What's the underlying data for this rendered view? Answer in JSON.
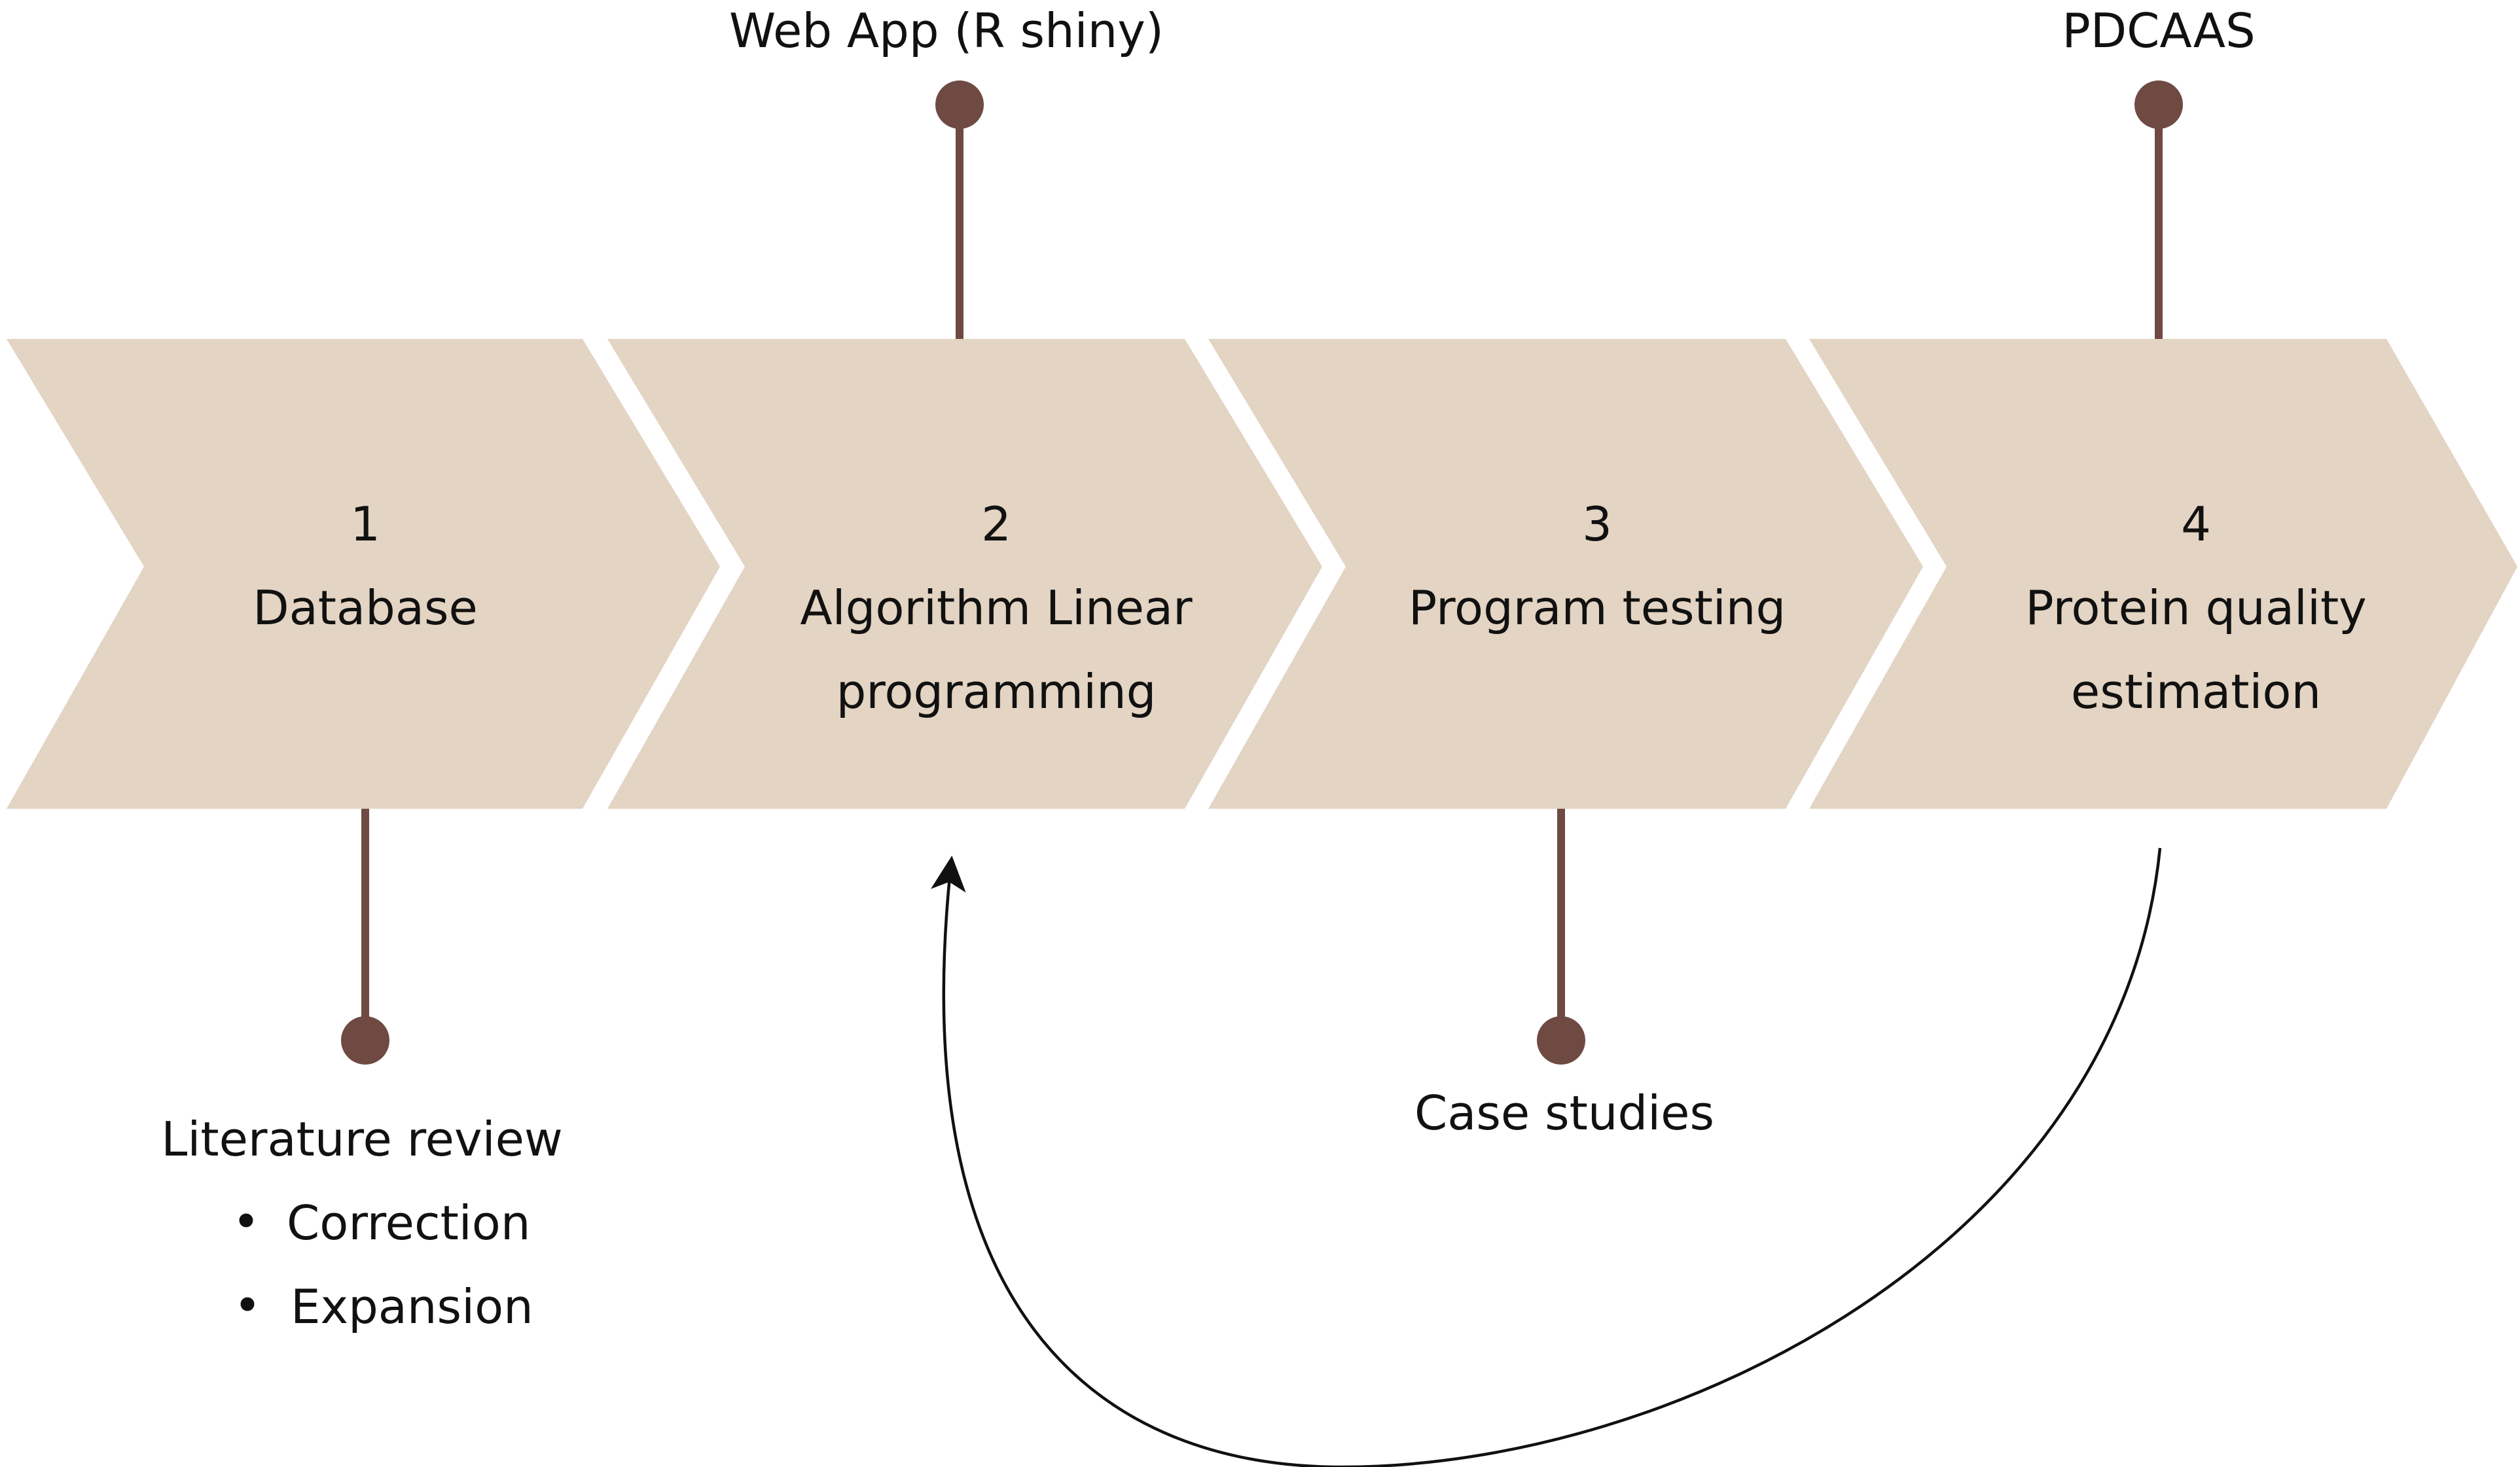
{
  "colors": {
    "chevron_fill": "#e3d4c3",
    "connector": "#6e4a43",
    "arrow": "#111111",
    "text": "#111111"
  },
  "steps": [
    {
      "number": "1",
      "label_lines": [
        "Database"
      ]
    },
    {
      "number": "2",
      "label_lines": [
        "Algorithm Linear",
        "programming"
      ]
    },
    {
      "number": "3",
      "label_lines": [
        "Program testing"
      ]
    },
    {
      "number": "4",
      "label_lines": [
        "Protein quality",
        "estimation"
      ]
    }
  ],
  "callouts": {
    "web_app": "Web App (R shiny)",
    "pdcaas": "PDCAAS",
    "literature_review": "Literature review",
    "literature_bullets": [
      "Correction",
      "Expansion"
    ],
    "case_studies": "Case studies"
  },
  "bullet_glyph": "•"
}
